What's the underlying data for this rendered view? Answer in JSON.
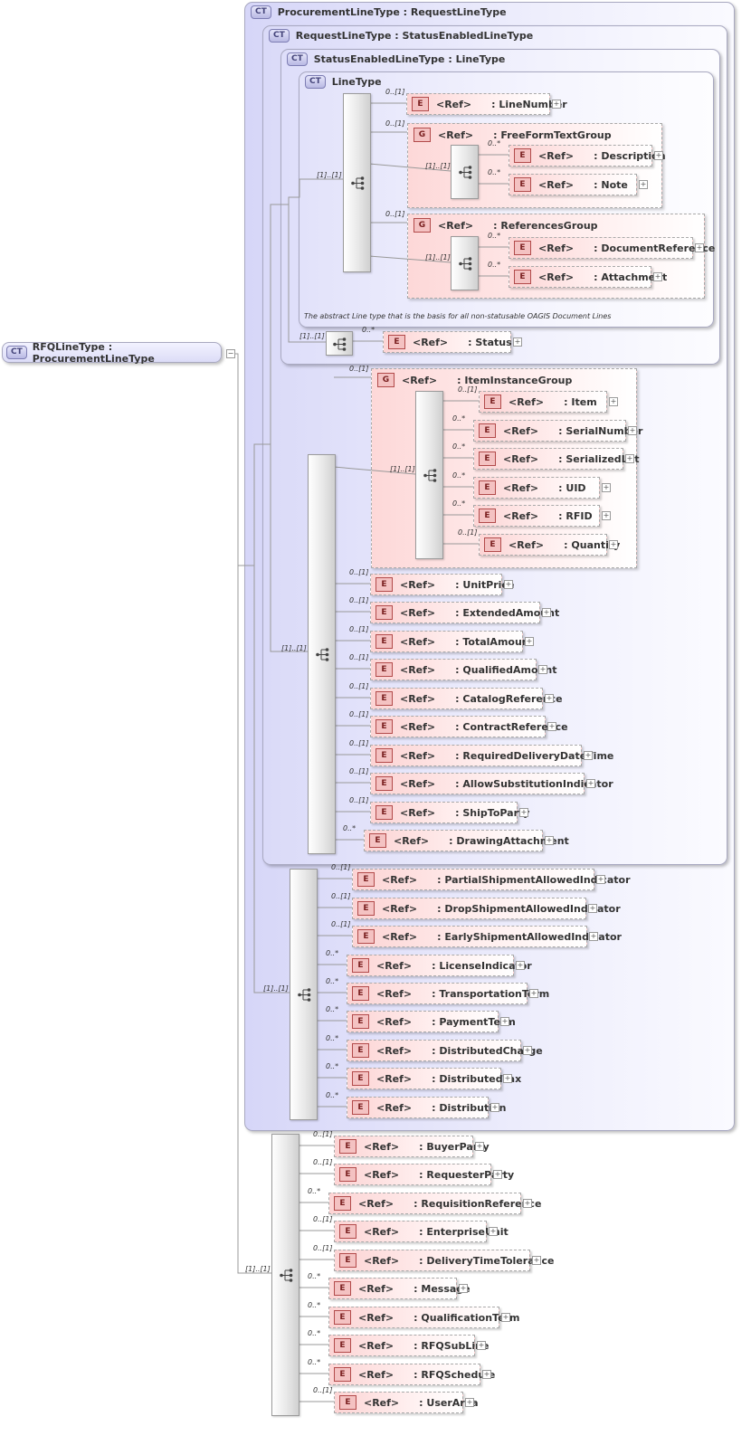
{
  "root": {
    "badge": "CT",
    "name": "RFQLineType : ProcurementLineType"
  },
  "complex_types": [
    {
      "badge": "CT",
      "title": "ProcurementLineType : RequestLineType"
    },
    {
      "badge": "CT",
      "title": "RequestLineType : StatusEnabledLineType"
    },
    {
      "badge": "CT",
      "title": "StatusEnabledLineType : LineType"
    },
    {
      "badge": "CT",
      "title": "LineType"
    }
  ],
  "linetype_doc": "The abstract Line type that is the basis for all non-statusable OAGIS Document Lines",
  "ref_label": "<Ref>",
  "element_badge": "E",
  "group_badge": "G",
  "expand_symbol": "+",
  "groups": [
    {
      "name": ": FreeFormTextGroup",
      "occurs": "0..[1]",
      "seq_occurs": "[1]..[1]"
    },
    {
      "name": ": ReferencesGroup",
      "occurs": "0..[1]",
      "seq_occurs": "[1]..[1]"
    },
    {
      "name": ": ItemInstanceGroup",
      "occurs": "0..[1]",
      "seq_occurs": "[1]..[1]"
    }
  ],
  "seq_occurs": {
    "linetype": "[1]..[1]",
    "status": "[1]..[1]",
    "request": "[1]..[1]",
    "procurement": "[1]..[1]",
    "rfq": "[1]..[1]"
  },
  "elements": [
    {
      "name": ": LineNumber",
      "occurs": "0..[1]"
    },
    {
      "name": ": Description",
      "occurs": "0..*"
    },
    {
      "name": ": Note",
      "occurs": "0..*"
    },
    {
      "name": ": DocumentReference",
      "occurs": "0..*"
    },
    {
      "name": ": Attachment",
      "occurs": "0..*"
    },
    {
      "name": ": Status",
      "occurs": "0..*"
    },
    {
      "name": ": Item",
      "occurs": "0..[1]"
    },
    {
      "name": ": SerialNumber",
      "occurs": "0..*"
    },
    {
      "name": ": SerializedLot",
      "occurs": "0..*"
    },
    {
      "name": ": UID",
      "occurs": "0..*"
    },
    {
      "name": ": RFID",
      "occurs": "0..*"
    },
    {
      "name": ": Quantity",
      "occurs": "0..[1]"
    },
    {
      "name": ": UnitPrice",
      "occurs": "0..[1]"
    },
    {
      "name": ": ExtendedAmount",
      "occurs": "0..[1]"
    },
    {
      "name": ": TotalAmount",
      "occurs": "0..[1]"
    },
    {
      "name": ": QualifiedAmount",
      "occurs": "0..[1]"
    },
    {
      "name": ": CatalogReference",
      "occurs": "0..[1]"
    },
    {
      "name": ": ContractReference",
      "occurs": "0..[1]"
    },
    {
      "name": ": RequiredDeliveryDateTime",
      "occurs": "0..[1]"
    },
    {
      "name": ": AllowSubstitutionIndicator",
      "occurs": "0..[1]"
    },
    {
      "name": ": ShipToParty",
      "occurs": "0..[1]"
    },
    {
      "name": ": DrawingAttachment",
      "occurs": "0..*"
    },
    {
      "name": ": PartialShipmentAllowedIndicator",
      "occurs": "0..[1]"
    },
    {
      "name": ": DropShipmentAllowedIndicator",
      "occurs": "0..[1]"
    },
    {
      "name": ": EarlyShipmentAllowedIndicator",
      "occurs": "0..[1]"
    },
    {
      "name": ": LicenseIndicator",
      "occurs": "0..*"
    },
    {
      "name": ": TransportationTerm",
      "occurs": "0..*"
    },
    {
      "name": ": PaymentTerm",
      "occurs": "0..*"
    },
    {
      "name": ": DistributedCharge",
      "occurs": "0..*"
    },
    {
      "name": ": DistributedTax",
      "occurs": "0..*"
    },
    {
      "name": ": Distribution",
      "occurs": "0..*"
    },
    {
      "name": ": BuyerParty",
      "occurs": "0..[1]"
    },
    {
      "name": ": RequesterParty",
      "occurs": "0..[1]"
    },
    {
      "name": ": RequisitionReference",
      "occurs": "0..*"
    },
    {
      "name": ": EnterpriseUnit",
      "occurs": "0..[1]"
    },
    {
      "name": ": DeliveryTimeTolerance",
      "occurs": "0..[1]"
    },
    {
      "name": ": Message",
      "occurs": "0..*"
    },
    {
      "name": ": QualificationTerm",
      "occurs": "0..*"
    },
    {
      "name": ": RFQSubLine",
      "occurs": "0..*"
    },
    {
      "name": ": RFQSchedule",
      "occurs": "0..*"
    },
    {
      "name": ": UserArea",
      "occurs": "0..[1]"
    }
  ]
}
